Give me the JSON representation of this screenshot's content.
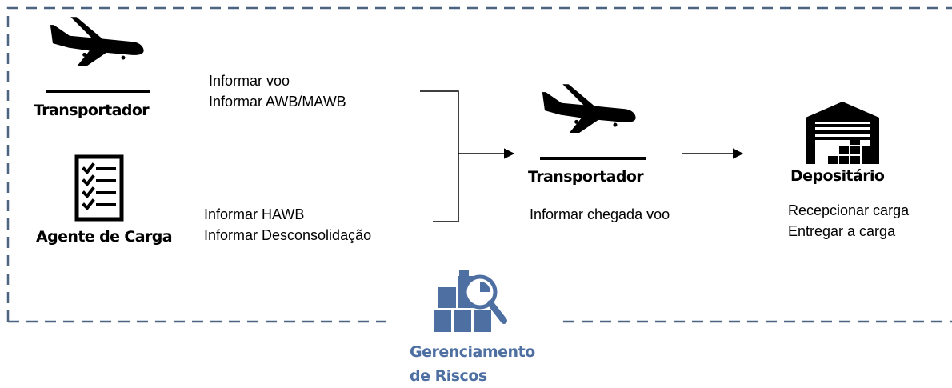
{
  "actors": {
    "transportador_1": {
      "title": "Transportador",
      "icon": "plane-landing-icon",
      "tasks": [
        "Informar voo",
        "Informar AWB/MAWB"
      ]
    },
    "agente_carga": {
      "title": "Agente de Carga",
      "icon": "checklist-icon",
      "tasks": [
        "Informar HAWB",
        "Informar Desconsolidação"
      ]
    },
    "transportador_2": {
      "title": "Transportador",
      "icon": "plane-landing-icon",
      "tasks": [
        "Informar chegada voo"
      ]
    },
    "depositario": {
      "title": "Depositário",
      "icon": "warehouse-icon",
      "tasks": [
        "Recepcionar carga",
        "Entregar a carga"
      ]
    }
  },
  "risk": {
    "title_line1": "Gerenciamento",
    "title_line2": "de Riscos",
    "icon": "boxes-magnifier-icon"
  },
  "colors": {
    "dashed_border": "#4d6480",
    "risk_accent": "#4d6fa2",
    "icon_fill": "#000000"
  }
}
